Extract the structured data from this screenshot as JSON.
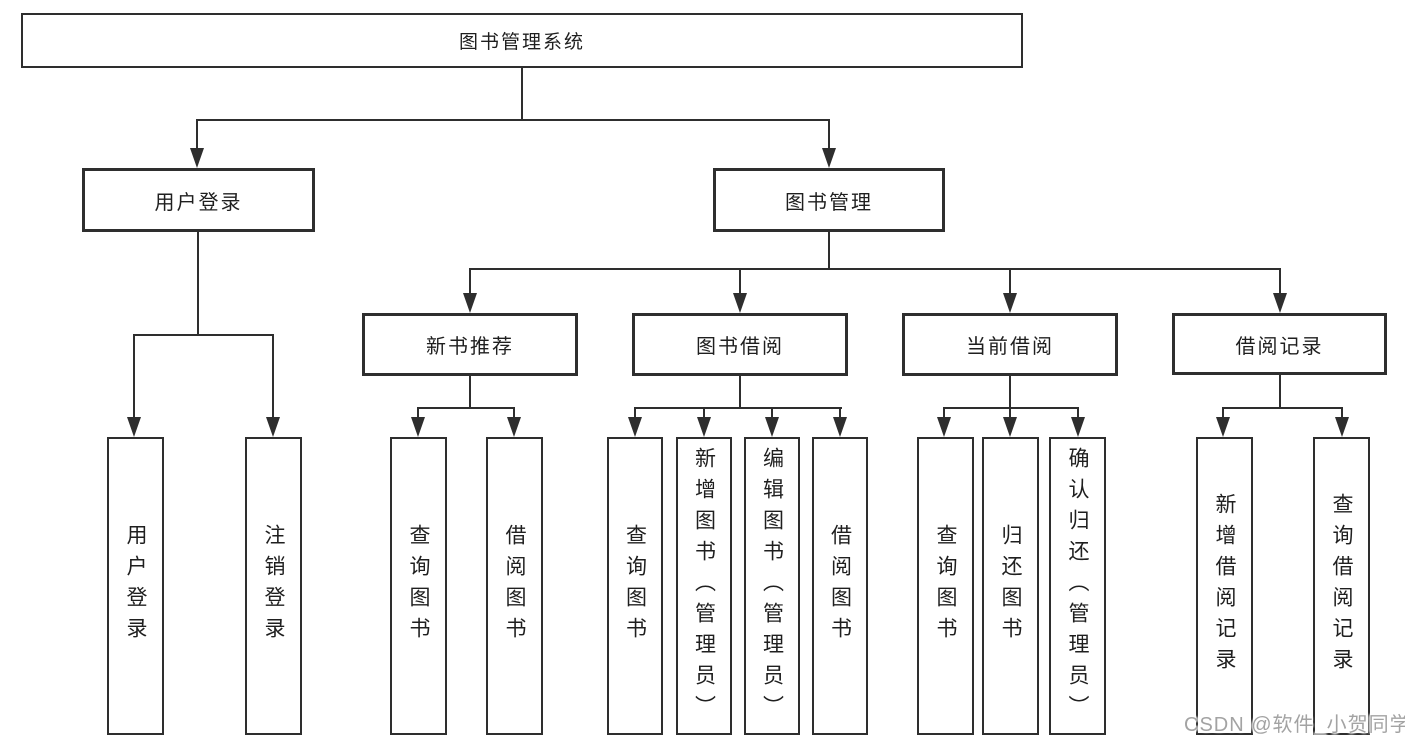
{
  "colors": {
    "line": "#2e2e2e",
    "text": "#1f1f1f",
    "background": "#ffffff",
    "watermark": "#a3a3a3"
  },
  "tree": {
    "label": "图书管理系统",
    "children": [
      {
        "label": "用户登录",
        "children": [
          {
            "label": "用户登录"
          },
          {
            "label": "注销登录"
          }
        ]
      },
      {
        "label": "图书管理",
        "children": [
          {
            "label": "新书推荐",
            "children": [
              {
                "label": "查询图书"
              },
              {
                "label": "借阅图书"
              }
            ]
          },
          {
            "label": "图书借阅",
            "children": [
              {
                "label": "查询图书"
              },
              {
                "label": "新增图书（管理员）"
              },
              {
                "label": "编辑图书（管理员）"
              },
              {
                "label": "借阅图书"
              }
            ]
          },
          {
            "label": "当前借阅",
            "children": [
              {
                "label": "查询图书"
              },
              {
                "label": "归还图书"
              },
              {
                "label": "确认归还（管理员）"
              }
            ]
          },
          {
            "label": "借阅记录",
            "children": [
              {
                "label": "新增借阅记录"
              },
              {
                "label": "查询借阅记录"
              }
            ]
          }
        ]
      }
    ]
  },
  "watermark": {
    "text": "CSDN @软件_小贺同学"
  }
}
